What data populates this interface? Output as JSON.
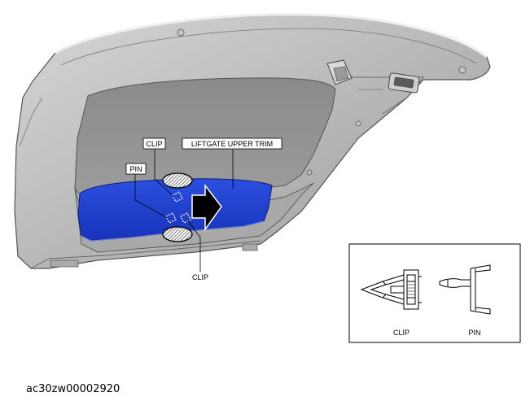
{
  "labels": {
    "clip_top": "CLIP",
    "pin": "PIN",
    "liftgate_upper_trim": "LIFTGATE UPPER TRIM",
    "clip_bottom": "CLIP"
  },
  "detail_box": {
    "clip_caption": "CLIP",
    "pin_caption": "PIN"
  },
  "document_id": "ac30zw00002920",
  "colors": {
    "trim_highlight": "#1f3fd0",
    "liftgate_body": "#b8b8b8",
    "inner_panel": "#8f8f8f"
  }
}
